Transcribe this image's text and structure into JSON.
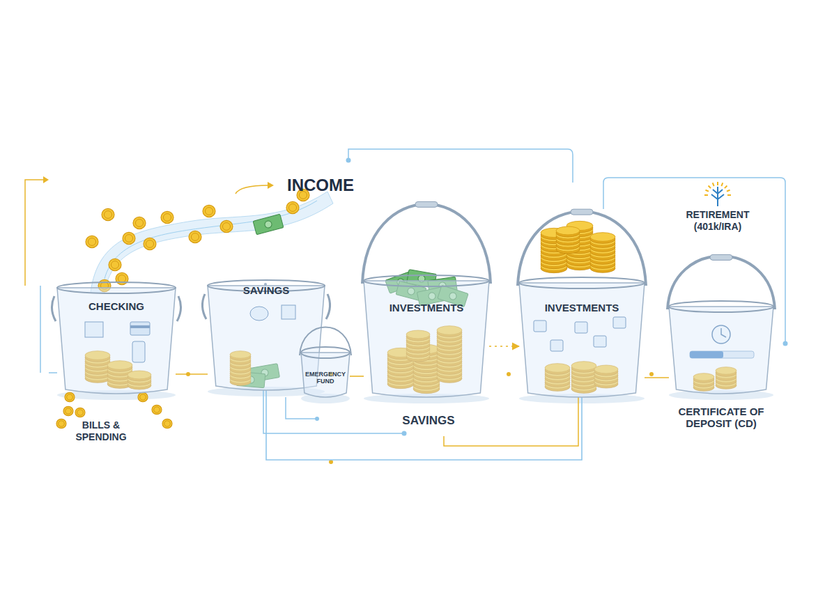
{
  "diagram": {
    "nodes": [
      {
        "text": [
          "CHECKING"
        ]
      },
      {
        "text": [
          "SAVINGS"
        ]
      },
      {
        "text": [
          "EMERGENCY FUND"
        ]
      },
      {
        "text": [
          "INVESTMENTS"
        ]
      },
      {
        "text": [
          "INVESTMENTS"
        ]
      },
      {
        "text": [
          "CERTIFICATE OF DEPOSIT (CD)"
        ]
      }
    ],
    "edges": [
      {
        "from": 0,
        "to": 1,
        "arrow": "none"
      },
      {
        "from": 2,
        "to": 3,
        "arrow": "none"
      },
      {
        "from": 3,
        "to": 4,
        "arrow": "to"
      },
      {
        "from": 4,
        "to": 5,
        "arrow": "none"
      },
      {
        "from": 1,
        "to": 4,
        "arrow": "none"
      }
    ],
    "labels": [
      "INCOME",
      "BILLS & SPENDING",
      "SAVINGS",
      "RETIREMENT (401k/IRA)"
    ]
  }
}
